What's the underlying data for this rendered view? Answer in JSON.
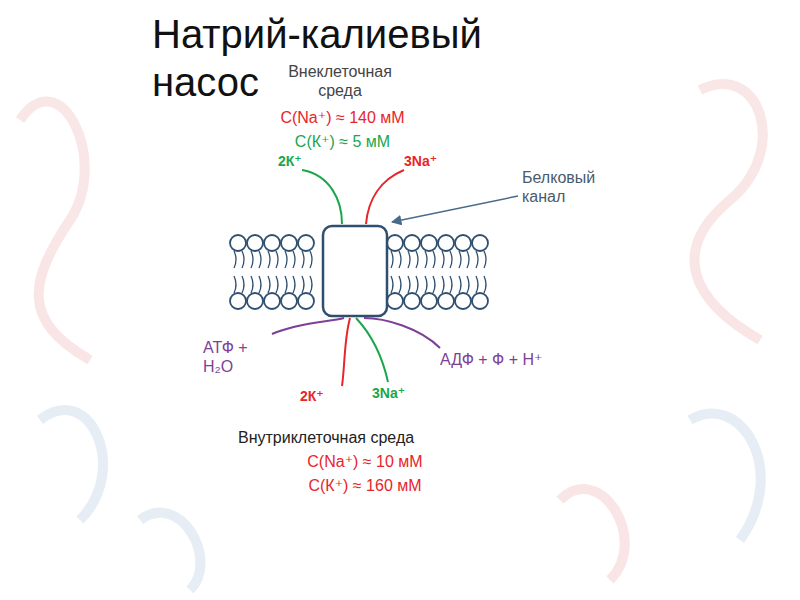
{
  "diagram": {
    "title": "Натрий-калиевый насос",
    "labels": [
      "Внеклеточная среда",
      "С(Na⁺) ≈ 140 мМ",
      "С(К⁺) ≈ 5 мМ",
      "2К⁺",
      "3Na⁺",
      "Белковый канал",
      "АТФ + H₂O",
      "АДФ + Ф + H⁺",
      "2К⁺",
      "3Na⁺",
      "Внутриклеточная среда",
      "С(Na⁺) ≈ 10 мМ",
      "С(К⁺) ≈ 160 мМ"
    ]
  }
}
